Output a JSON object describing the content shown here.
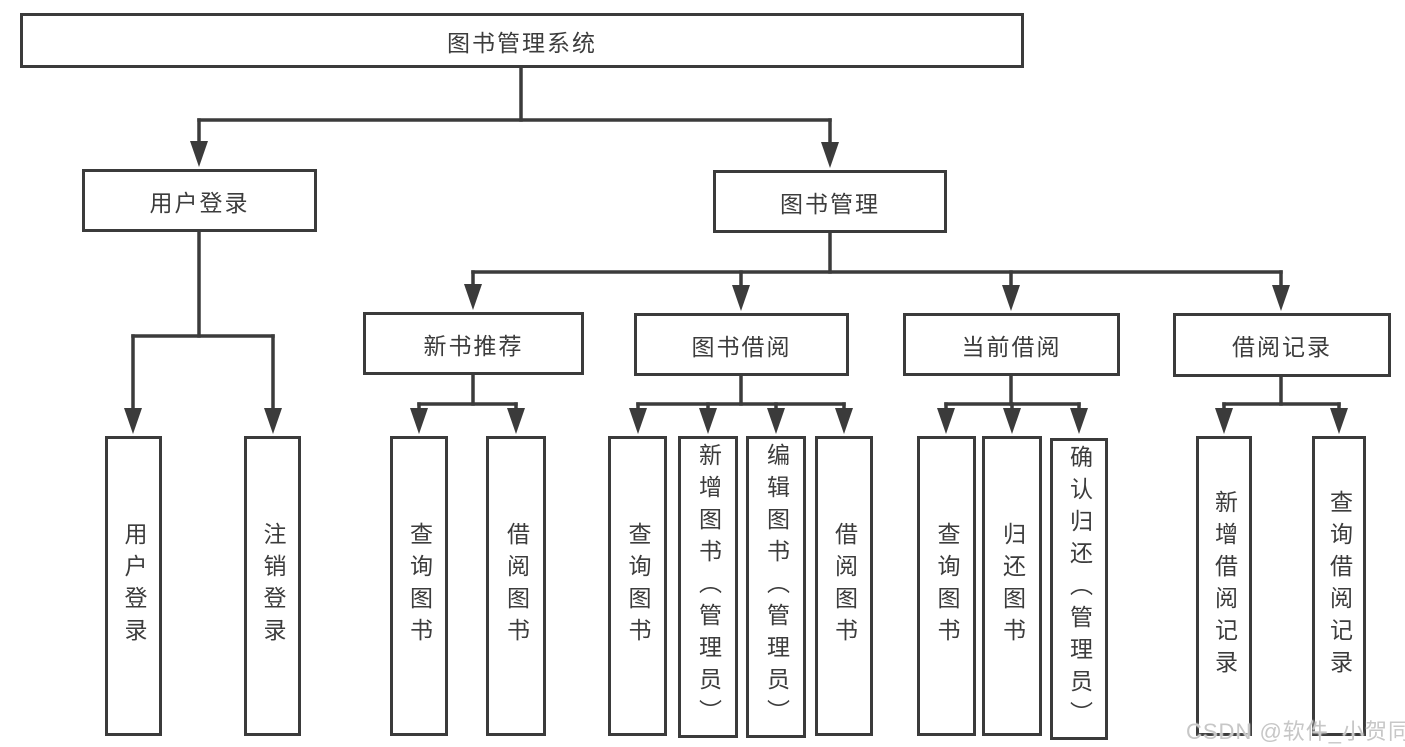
{
  "diagram": {
    "root": "图书管理系统",
    "login_branch": {
      "label": "用户登录",
      "children": [
        "用户登录",
        "注销登录"
      ]
    },
    "mgmt_branch": {
      "label": "图书管理",
      "groups": [
        {
          "label": "新书推荐",
          "children": [
            "查询图书",
            "借阅图书"
          ]
        },
        {
          "label": "图书借阅",
          "children": [
            "查询图书",
            "新增图书（管理员）",
            "编辑图书（管理员）",
            "借阅图书"
          ]
        },
        {
          "label": "当前借阅",
          "children": [
            "查询图书",
            "归还图书",
            "确认归还（管理员）"
          ]
        },
        {
          "label": "借阅记录",
          "children": [
            "新增借阅记录",
            "查询借阅记录"
          ]
        }
      ]
    }
  },
  "watermark": {
    "text": "CSDN @软件_小贺同学"
  },
  "colors": {
    "line": "#3b3b3b",
    "text": "#3c3c3c",
    "watermark": "#c7c7c7",
    "background": "#ffffff"
  }
}
